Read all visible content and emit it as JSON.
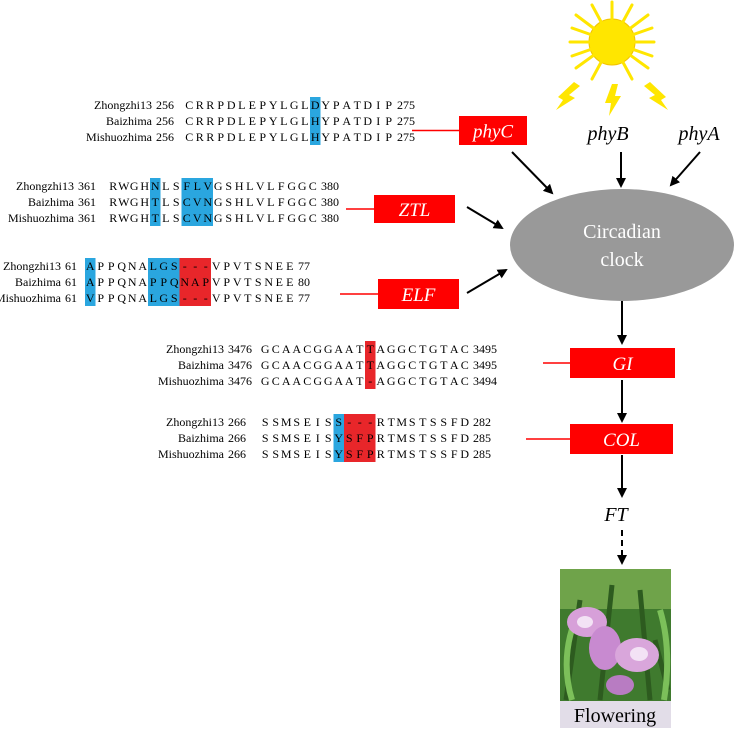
{
  "colors": {
    "gene_box": "#ff0000",
    "highlight_blue": "#2aa6df",
    "highlight_red": "#e8262a",
    "ellipse": "#999999",
    "sun": "#ffe600",
    "photo_background": "#e2dde8"
  },
  "photoreceptors": [
    {
      "label": "phyB"
    },
    {
      "label": "phyA"
    }
  ],
  "clock": {
    "line1": "Circadian",
    "line2": "clock"
  },
  "downstream": {
    "ft_label": "FT",
    "photo_icon": "flowering-sesame-photo",
    "flowering_label": "Flowering"
  },
  "genes": [
    {
      "gene": "phyC",
      "rows": [
        {
          "name": "Zhongzhi13",
          "start": "256",
          "seq": "CRRPDLEPYLGLDYPATDIP",
          "end": "275",
          "blue": [
            12
          ],
          "red": []
        },
        {
          "name": "Baizhima",
          "start": "256",
          "seq": "CRRPDLEPYLGLHYPATDIP",
          "end": "275",
          "blue": [
            12
          ],
          "red": []
        },
        {
          "name": "Mishuozhima",
          "start": "256",
          "seq": "CRRPDLEPYLGLHYPATDIP",
          "end": "275",
          "blue": [
            12
          ],
          "red": []
        }
      ]
    },
    {
      "gene": "ZTL",
      "rows": [
        {
          "name": "Zhongzhi13",
          "start": "361",
          "seq": "RWGHNLSFLVGSHLVLFGGC",
          "end": "380",
          "blue": [
            4,
            7,
            8,
            9
          ],
          "red": []
        },
        {
          "name": "Baizhima",
          "start": "361",
          "seq": "RWGHTLSCVNGSHLVLFGGC",
          "end": "380",
          "blue": [
            4,
            7,
            8,
            9
          ],
          "red": []
        },
        {
          "name": "Mishuozhima",
          "start": "361",
          "seq": "RWGHTLSCVNGSHLVLFGGC",
          "end": "380",
          "blue": [
            4,
            7,
            8,
            9
          ],
          "red": []
        }
      ]
    },
    {
      "gene": "ELF",
      "rows": [
        {
          "name": "Zhongzhi13",
          "start": "61",
          "seq": "APPQNALGS---VPVTSNEE",
          "end": "77",
          "blue": [
            0,
            6,
            7,
            8
          ],
          "red": [
            9,
            10,
            11
          ]
        },
        {
          "name": "Baizhima",
          "start": "61",
          "seq": "APPQNAPPQNAPVPVTSNEE",
          "end": "80",
          "blue": [
            0,
            6,
            7,
            8
          ],
          "red": [
            9,
            10,
            11
          ]
        },
        {
          "name": "Mishuozhima",
          "start": "61",
          "seq": "VPPQNALGS---VPVTSNEE",
          "end": "77",
          "blue": [
            0,
            6,
            7,
            8
          ],
          "red": [
            9,
            10,
            11
          ]
        }
      ]
    },
    {
      "gene": "GI",
      "rows": [
        {
          "name": "Zhongzhi13",
          "start": "3476",
          "seq": "GCAACGGAATTAGGCTGTAC",
          "end": "3495",
          "blue": [],
          "red": [
            10
          ]
        },
        {
          "name": "Baizhima",
          "start": "3476",
          "seq": "GCAACGGAATTAGGCTGTAC",
          "end": "3495",
          "blue": [],
          "red": [
            10
          ]
        },
        {
          "name": "Mishuozhima",
          "start": "3476",
          "seq": "GCAACGGAAT-AGGCTGTAC",
          "end": "3494",
          "blue": [],
          "red": [
            10
          ]
        }
      ]
    },
    {
      "gene": "COL",
      "rows": [
        {
          "name": "Zhongzhi13",
          "start": "266",
          "seq": "SSMSEISS---RTMSTSSFD",
          "end": "282",
          "blue": [
            7
          ],
          "red": [
            8,
            9,
            10
          ]
        },
        {
          "name": "Baizhima",
          "start": "266",
          "seq": "SSMSEISYSFPRTMSTSSFD",
          "end": "285",
          "blue": [
            7
          ],
          "red": [
            8,
            9,
            10
          ]
        },
        {
          "name": "Mishuozhima",
          "start": "266",
          "seq": "SSMSEISYSFPRTMSTSSFD",
          "end": "285",
          "blue": [
            7
          ],
          "red": [
            8,
            9,
            10
          ]
        }
      ]
    }
  ]
}
